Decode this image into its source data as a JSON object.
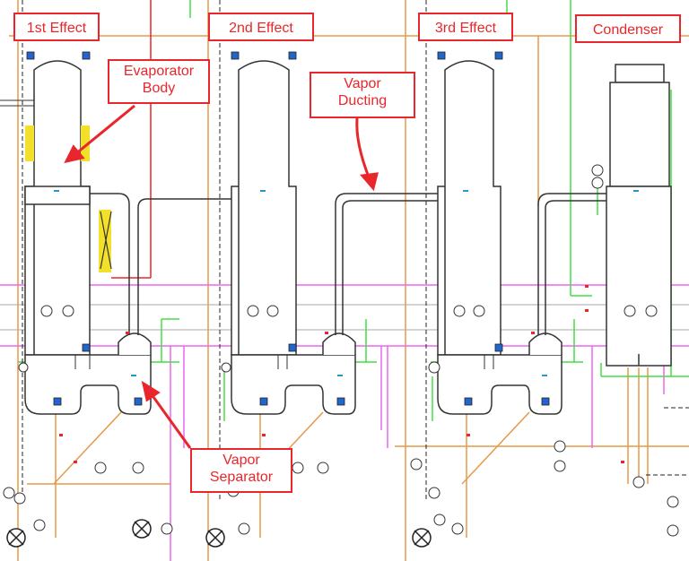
{
  "labels": {
    "first_effect": "1st Effect",
    "second_effect": "2nd Effect",
    "third_effect": "3rd Effect",
    "condenser": "Condenser",
    "evaporator_body_1": "Evaporator",
    "evaporator_body_2": "Body",
    "vapor_ducting_1": "Vapor",
    "vapor_ducting_2": "Ducting",
    "vapor_separator_1": "Vapor",
    "vapor_separator_2": "Separator"
  },
  "colors": {
    "callout_red": "#e8262b",
    "process_orange": "#e59a4a",
    "water_green": "#44dd44",
    "steam_pink": "#ee66ee",
    "vessel_outline": "#333333",
    "instrument_cyan": "#2299cc",
    "hatch_yellow": "#f2e02a"
  },
  "icons": [
    "pump-icon",
    "valve-icon",
    "instrument-bubble-icon",
    "motor-icon"
  ]
}
